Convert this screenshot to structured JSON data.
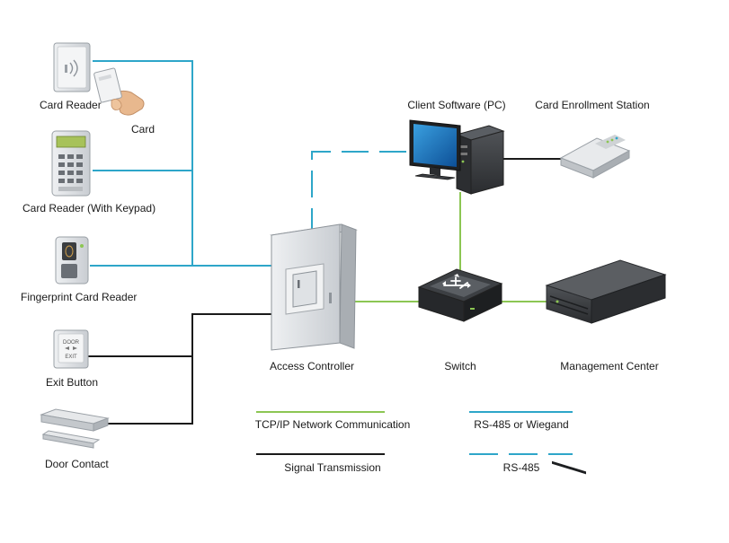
{
  "devices": {
    "card_reader": "Card Reader",
    "card": "Card",
    "card_reader_keypad": "Card Reader (With Keypad)",
    "fingerprint_reader": "Fingerprint Card Reader",
    "exit_button": "Exit Button",
    "door_contact": "Door Contact",
    "access_controller": "Access Controller",
    "switch": "Switch",
    "management_center": "Management Center",
    "client_software": "Client Software (PC)",
    "enrollment_station": "Card Enrollment Station"
  },
  "device_text": {
    "exit_top": "DOOR",
    "exit_bottom": "EXIT"
  },
  "legend": {
    "tcpip": "TCP/IP Network Communication",
    "signal": "Signal Transmission",
    "rs485_wiegand": "RS-485 or Wiegand",
    "rs485": "RS-485"
  },
  "colors": {
    "tcpip": "#8cc653",
    "signal": "#1a1a1a",
    "rs485": "#2ea6c9"
  }
}
